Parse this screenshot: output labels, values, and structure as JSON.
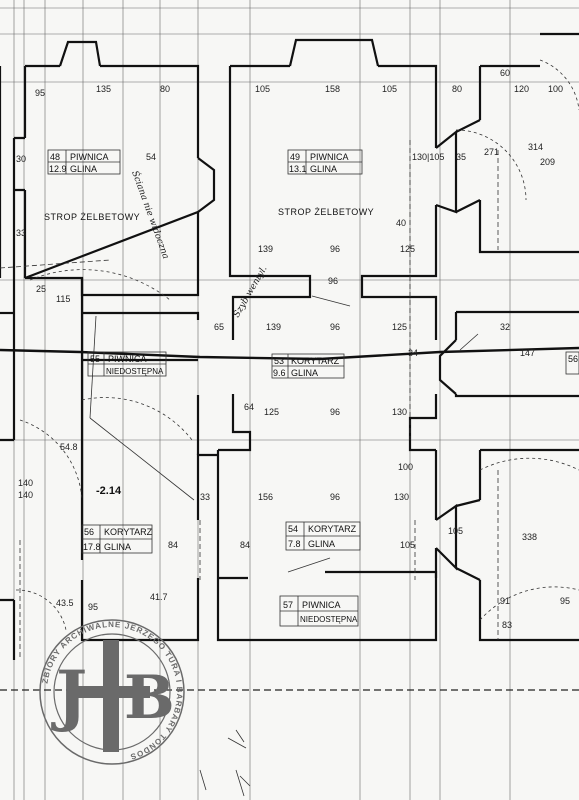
{
  "rooms": [
    {
      "num": "48",
      "area": "12.9",
      "name": "PIWNICA",
      "finish": "GLINA"
    },
    {
      "num": "49",
      "area": "13.1",
      "name": "PIWNICA",
      "finish": "GLINA"
    },
    {
      "num": "55",
      "area": "",
      "name": "PIWNICA",
      "finish": "NIEDOSTĘPNA"
    },
    {
      "num": "53",
      "area": "9.6",
      "name": "KORYTARZ",
      "finish": "GLINA"
    },
    {
      "num": "56",
      "area": "17.8",
      "name": "KORYTARZ",
      "finish": "GLINA"
    },
    {
      "num": "54",
      "area": "7.8",
      "name": "KORYTARZ",
      "finish": "GLINA"
    },
    {
      "num": "57",
      "area": "",
      "name": "PIWNICA",
      "finish": "NIEDOSTĘPNA"
    },
    {
      "num": "56",
      "area": "",
      "name": "",
      "finish": ""
    }
  ],
  "notes": {
    "strop_left": "STROP ŻELBETOWY",
    "strop_mid": "STROP ŻELBETOWY",
    "level": "-2.14",
    "hand_left": "Ściana nie widoczna",
    "hand_mid": "Szyb wentyl."
  },
  "dims": {
    "top_left": [
      "95",
      "135",
      "80"
    ],
    "top_mid": [
      "105",
      "158",
      "105",
      "80"
    ],
    "top_right": [
      "120",
      "100",
      "60"
    ],
    "d_30": "30",
    "d_33": "33",
    "d_140": "140",
    "d_115": "115",
    "d_25": "25",
    "d_54": "54",
    "d_139": "139",
    "d_96a": "96",
    "d_125a": "125",
    "d_40": "40",
    "d_96v": "96",
    "d_65": "65",
    "d_139b": "139",
    "d_96b": "96",
    "d_125b": "125",
    "d_34": "34",
    "d_84": "84",
    "d_64": "64",
    "d_125c": "125",
    "d_96c": "96",
    "d_130a": "130",
    "d_100": "100",
    "d_156": "156",
    "d_96d": "96",
    "d_130b": "130",
    "d_84b": "84",
    "d_105": "105",
    "d_105b": "105",
    "d_83": "83",
    "d_1301": "130|105",
    "d_35": "35",
    "d_271": "271",
    "d_209": "209",
    "d_314": "314",
    "d_32": "32",
    "d_147": "147",
    "d_338": "338",
    "d_91": "91",
    "d_95r": "95",
    "d_546": "54.8",
    "d_140b": "140",
    "d_435": "43.5",
    "d_95": "95",
    "d_417": "41.7"
  },
  "stamp": {
    "monogram_left": "J",
    "monogram_right": "B",
    "ring_text": "ZBIORY ARCHIWALNE JERZEGO TURA I BARBARY TONDOS"
  },
  "colors": {
    "ink": "#111111",
    "paper": "#f7f7f5",
    "stamp": "#6a6a6a"
  }
}
